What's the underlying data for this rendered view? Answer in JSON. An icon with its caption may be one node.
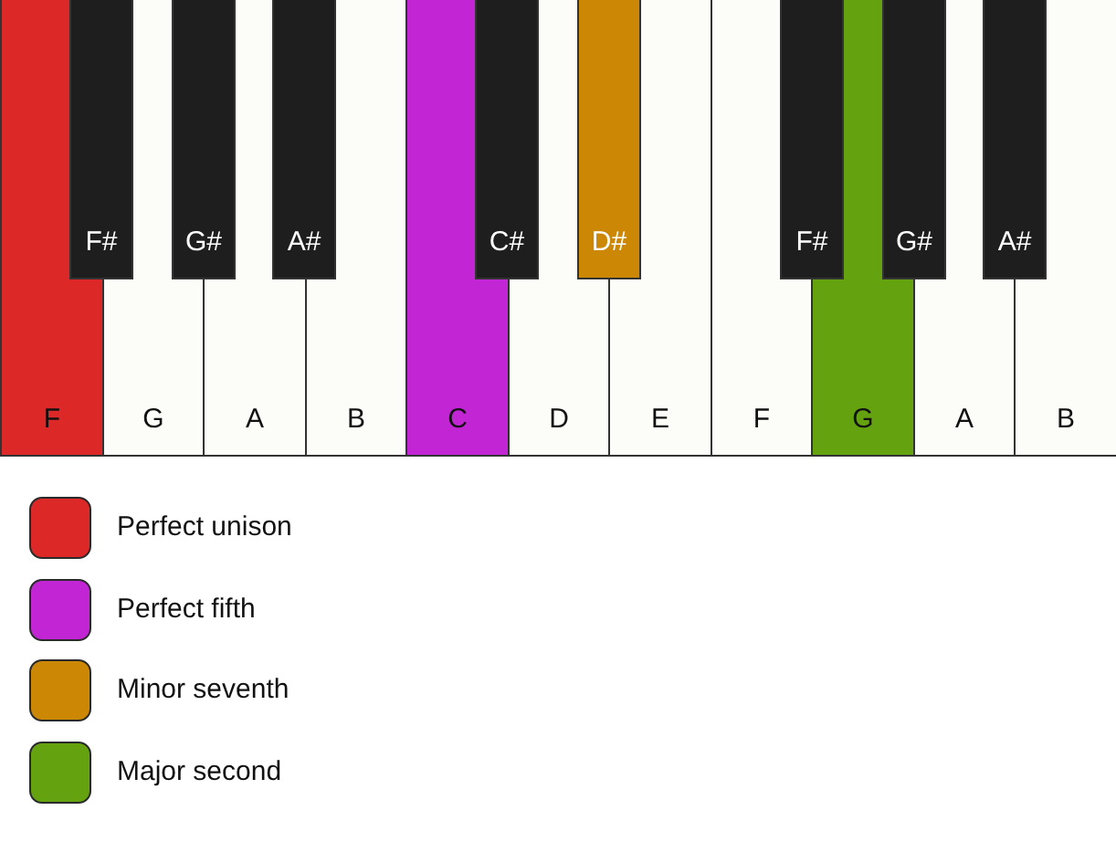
{
  "diagram": {
    "nodes": [
      {
        "text": [
          "F"
        ]
      },
      {
        "text": [
          "F#"
        ]
      },
      {
        "text": [
          "G"
        ]
      },
      {
        "text": [
          "G#"
        ]
      },
      {
        "text": [
          "A"
        ]
      },
      {
        "text": [
          "A#"
        ]
      },
      {
        "text": [
          "B"
        ]
      },
      {
        "text": [
          "C"
        ]
      },
      {
        "text": [
          "C#"
        ]
      },
      {
        "text": [
          "D"
        ]
      },
      {
        "text": [
          "D#"
        ]
      },
      {
        "text": [
          "E"
        ]
      },
      {
        "text": [
          "F"
        ]
      },
      {
        "text": [
          "F#"
        ]
      },
      {
        "text": [
          "G"
        ]
      },
      {
        "text": [
          "G#"
        ]
      },
      {
        "text": [
          "A"
        ]
      },
      {
        "text": [
          "A#"
        ]
      },
      {
        "text": [
          "B"
        ]
      }
    ],
    "legend": [
      {
        "text": "Perfect unison",
        "color": "#dd2828"
      },
      {
        "text": "Perfect fifth",
        "color": "#c226d4"
      },
      {
        "text": "Minor seventh",
        "color": "#cc8804"
      },
      {
        "text": "Major second",
        "color": "#64a30f"
      }
    ]
  }
}
